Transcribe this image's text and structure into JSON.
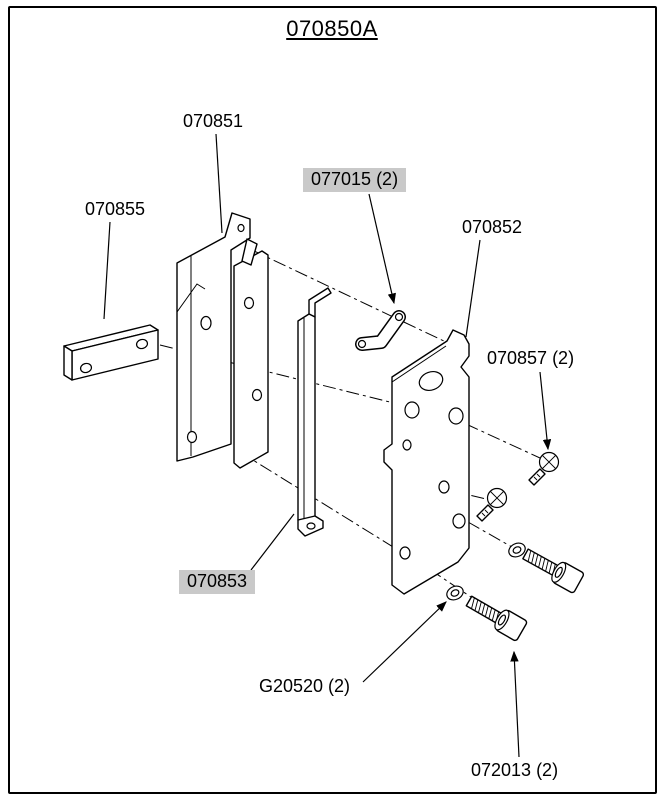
{
  "title": "070850A",
  "labels": {
    "p070851": {
      "text": "070851",
      "highlighted": false
    },
    "p070855": {
      "text": "070855",
      "highlighted": false
    },
    "p077015": {
      "text": "077015 (2)",
      "highlighted": true
    },
    "p070852": {
      "text": "070852",
      "highlighted": false
    },
    "p070857": {
      "text": "070857 (2)",
      "highlighted": false
    },
    "p070853": {
      "text": "070853",
      "highlighted": true
    },
    "pG20520": {
      "text": "G20520 (2)",
      "highlighted": false
    },
    "p072013": {
      "text": "072013 (2)",
      "highlighted": false
    }
  },
  "colors": {
    "background": "#ffffff",
    "line": "#000000",
    "label_highlight": "#c9c9c9"
  }
}
